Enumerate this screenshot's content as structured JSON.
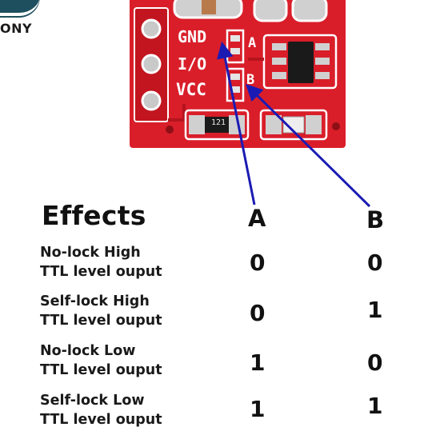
{
  "brand": {
    "text": "ONY",
    "mark_color": "#1e4f5e"
  },
  "board": {
    "color": "#d91e2a",
    "silkscreen": {
      "gnd": "GND",
      "io": "I/O",
      "vcc": "VCC",
      "a": "A",
      "b": "B",
      "resistor": "121"
    },
    "arrow_color": "#1b1bb4"
  },
  "table": {
    "title": "Effects",
    "columns": {
      "a": "A",
      "b": "B"
    },
    "rows": [
      {
        "line1": "No-lock High",
        "line2": "TTL level ouput",
        "a": "0",
        "b": "0"
      },
      {
        "line1": "Self-lock High",
        "line2": "TTL level ouput",
        "a": "0",
        "b": "1"
      },
      {
        "line1": "No-lock Low",
        "line2": "TTL level ouput",
        "a": "1",
        "b": "0"
      },
      {
        "line1": "Self-lock Low",
        "line2": "TTL level ouput",
        "a": "1",
        "b": "1"
      }
    ]
  }
}
